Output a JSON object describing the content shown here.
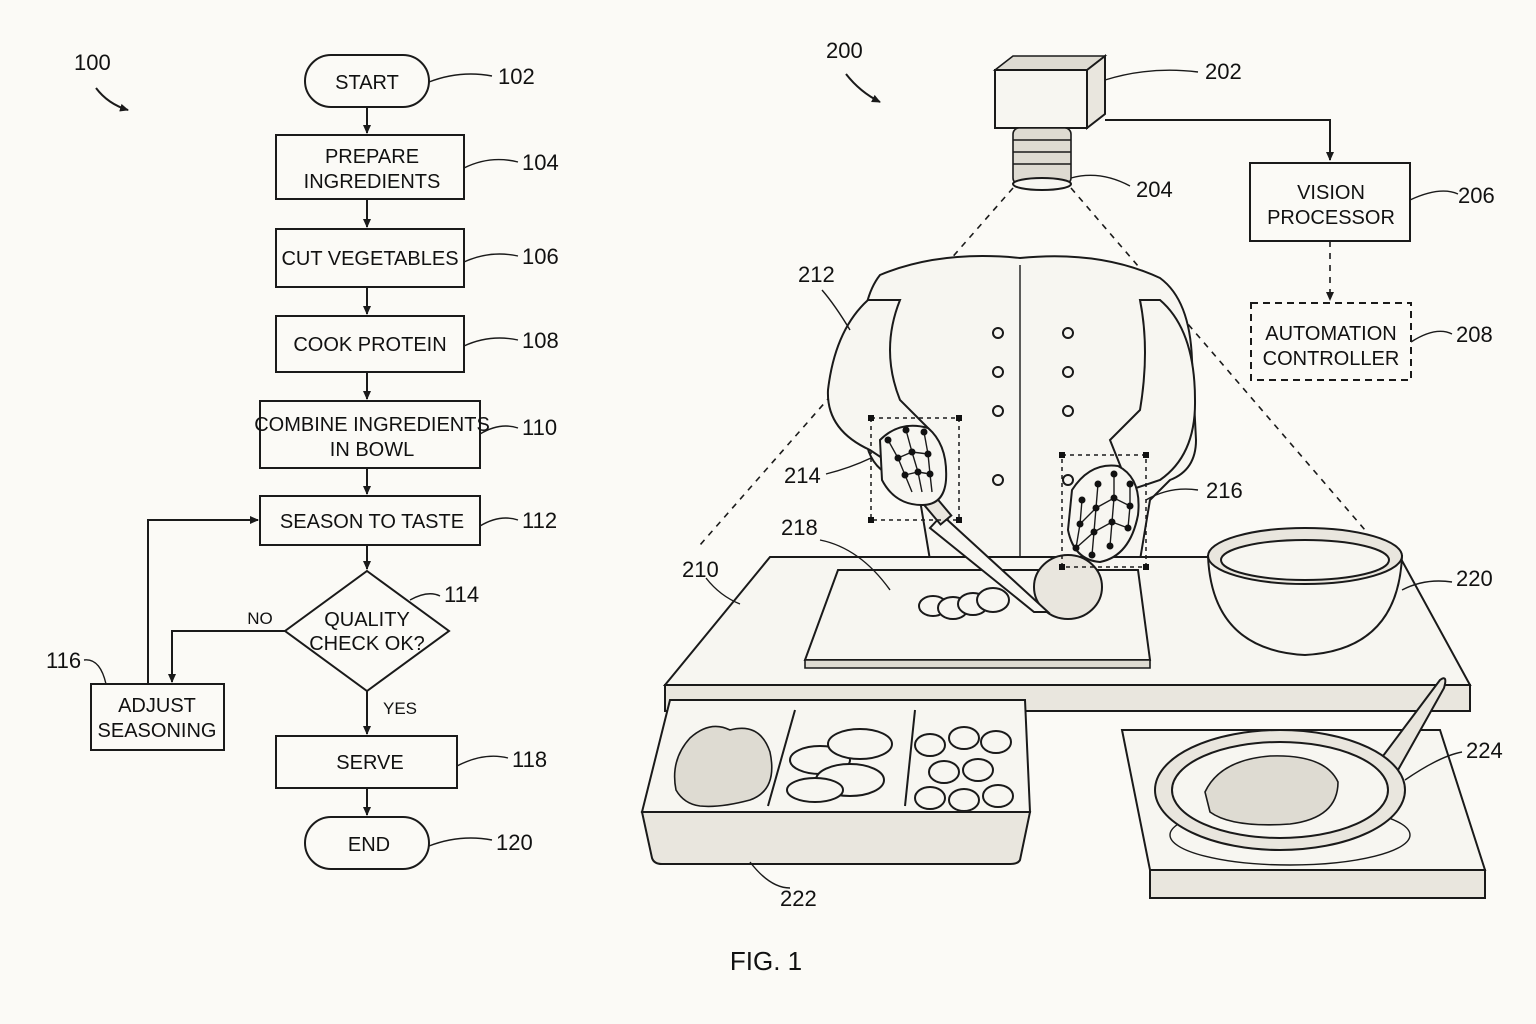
{
  "figure_label": "FIG. 1",
  "flowchart": {
    "ref": "100",
    "steps": {
      "start": {
        "label": "START",
        "ref": "102"
      },
      "prepare": {
        "line1": "PREPARE",
        "line2": "INGREDIENTS",
        "ref": "104"
      },
      "cut": {
        "label": "CUT VEGETABLES",
        "ref": "106"
      },
      "cook": {
        "label": "COOK PROTEIN",
        "ref": "108"
      },
      "combine": {
        "line1": "COMBINE INGREDIENTS",
        "line2": "IN BOWL",
        "ref": "110"
      },
      "season": {
        "label": "SEASON TO TASTE",
        "ref": "112"
      },
      "quality": {
        "line1": "QUALITY",
        "line2": "CHECK OK?",
        "ref": "114"
      },
      "adjust": {
        "line1": "ADJUST",
        "line2": "SEASONING",
        "ref": "116"
      },
      "serve": {
        "label": "SERVE",
        "ref": "118"
      },
      "end": {
        "label": "END",
        "ref": "120"
      }
    },
    "branch_no": "NO",
    "branch_yes": "YES"
  },
  "system": {
    "ref": "200",
    "camera_ref": "202",
    "lens_ref": "204",
    "vision_processor": {
      "line1": "VISION",
      "line2": "PROCESSOR",
      "ref": "206"
    },
    "automation_controller": {
      "line1": "AUTOMATION",
      "line2": "CONTROLLER",
      "ref": "208"
    },
    "counter_ref": "210",
    "chef_ref": "212",
    "left_hand_ref": "214",
    "right_hand_ref": "216",
    "cutting_board_ref": "218",
    "bowl_ref": "220",
    "tray_ref": "222",
    "pan_ref": "224"
  }
}
